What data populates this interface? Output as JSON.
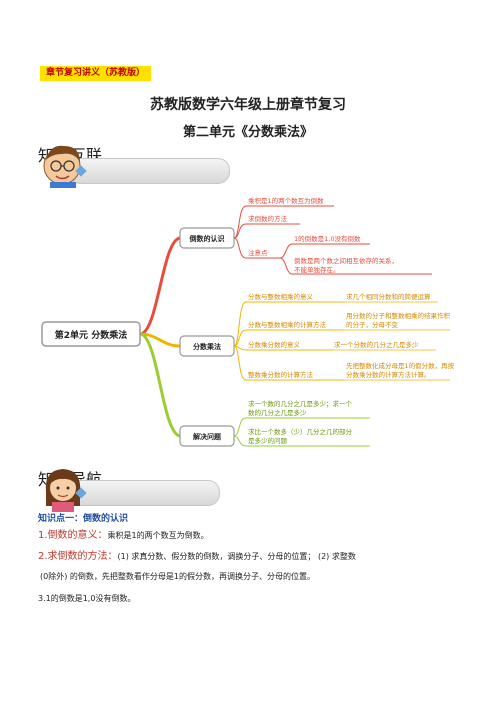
{
  "header": {
    "tag": "章节复习讲义（苏教版）",
    "title": "苏教版数学六年级上册章节复习",
    "subtitle": "第二单元《分数乘法》"
  },
  "sections": {
    "network": "知识互联",
    "guide": "知识导航"
  },
  "mindmap": {
    "root": "第2单元 分数乘法",
    "branches": [
      {
        "label": "倒数的认识",
        "color": "#e74c3c",
        "items": [
          {
            "text": "乘积是1的两个数互为倒数"
          },
          {
            "text": "求倒数的方法"
          },
          {
            "text": "注意点",
            "sub": [
              "1的倒数是1,0没有倒数",
              "倒数是两个数之间相互依存的关系，",
              "不能单独存在。"
            ]
          }
        ]
      },
      {
        "label": "分数乘法",
        "color": "#f0b400",
        "items": [
          {
            "text": "分数与整数相乘的意义",
            "desc": [
              "求几个相同分数和的简便运算"
            ]
          },
          {
            "text": "分数与整数相乘的计算方法",
            "desc": [
              "用分数的分子和整数相乘的结果作积",
              "的分子，分母不变"
            ]
          },
          {
            "text": "分数乘分数的意义",
            "desc": [
              "求一个分数的几分之几是多少"
            ]
          },
          {
            "text": "整数乘分数的计算方法",
            "desc": [
              "先把整数化成分母是1的假分数，再按",
              "分数乘分数的计算方法计算。"
            ]
          }
        ]
      },
      {
        "label": "解决问题",
        "color": "#9acd32",
        "items": [
          {
            "text": [
              "求一个数的几分之几是多少；求一个",
              "数的几分之几是多少"
            ]
          },
          {
            "text": [
              "求比一个数多（少）几分之几的部分",
              "是多少的问题"
            ]
          }
        ]
      }
    ]
  },
  "knowledge": {
    "title": "知识点一：倒数的认识",
    "p1_label": "1.倒数的意义：",
    "p1_text": "乘积是1的两个数互为倒数。",
    "p2_label": "2.求倒数的方法：",
    "p2_text": "(1) 求真分数、假分数的倒数，调换分子、分母的位置；  (2) 求整数",
    "p2_text2": "(0除外) 的倒数，先把整数看作分母是1的假分数，再调换分子、分母的位置。",
    "p3_text": "3.1的倒数是1,0没有倒数。"
  }
}
